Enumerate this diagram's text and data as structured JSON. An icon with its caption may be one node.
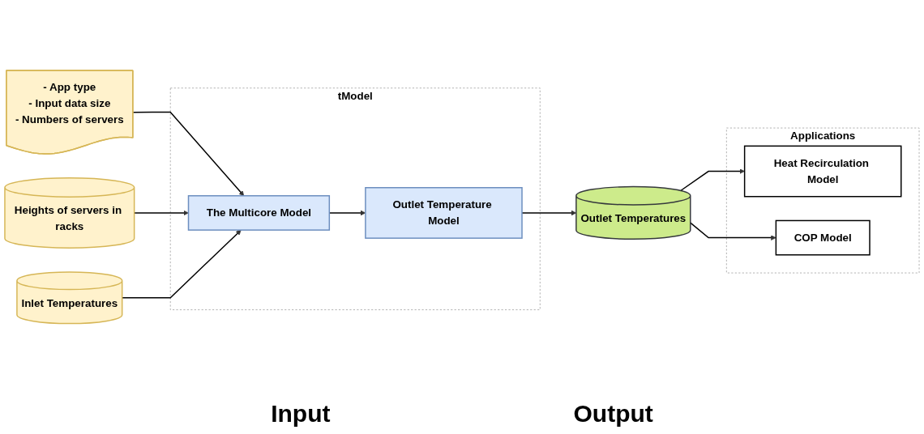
{
  "diagram": {
    "nodes": [
      {
        "text": [
          "- App type",
          "- Input data size",
          "- Numbers of servers"
        ]
      },
      {
        "text": [
          "Heights of servers in racks"
        ]
      },
      {
        "text": [
          "Inlet Temperatures"
        ]
      },
      {
        "text": [
          "tModel"
        ]
      },
      {
        "text": [
          "The Multicore Model"
        ],
        "in": 3
      },
      {
        "text": [
          "Outlet Temperature Model"
        ],
        "in": 3
      },
      {
        "text": [
          "Outlet Temperatures"
        ]
      },
      {
        "text": [
          "Applications"
        ]
      },
      {
        "text": [
          "Heat Recirculation Model"
        ],
        "in": 7
      },
      {
        "text": [
          "COP Model"
        ],
        "in": 7
      }
    ],
    "edges": [
      {
        "from": 0,
        "to": 4,
        "arrow": "to"
      },
      {
        "from": 1,
        "to": 4,
        "arrow": "to"
      },
      {
        "from": 2,
        "to": 4,
        "arrow": "to"
      },
      {
        "from": 4,
        "to": 5,
        "arrow": "to"
      },
      {
        "from": 5,
        "to": 6,
        "arrow": "to"
      },
      {
        "from": 6,
        "to": 8,
        "arrow": "to"
      },
      {
        "from": 6,
        "to": 9,
        "arrow": "to"
      }
    ],
    "labels": [
      "Input",
      "Output"
    ]
  }
}
